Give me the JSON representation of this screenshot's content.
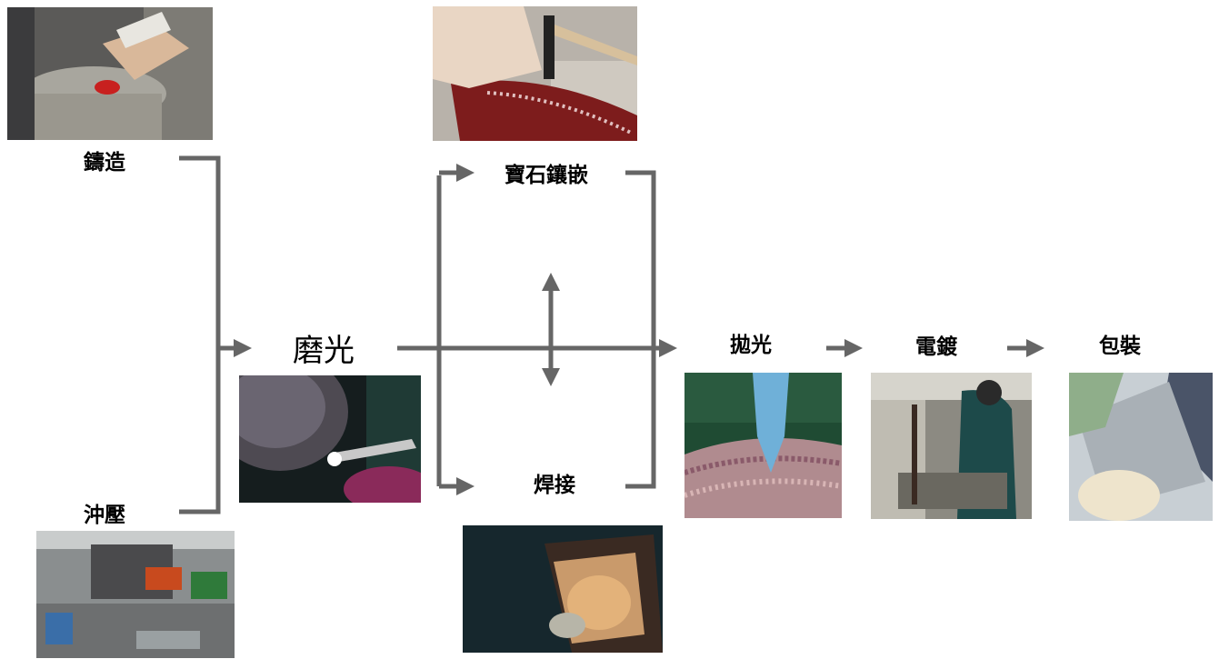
{
  "steps": {
    "casting": "鑄造",
    "stamping": "沖壓",
    "grinding": "磨光",
    "gem_setting": "寶石鑲嵌",
    "welding": "焊接",
    "polishing": "拋光",
    "electroplating": "電鍍",
    "packaging": "包裝"
  },
  "colors": {
    "arrow": "#666666"
  },
  "photos": [
    "casting-photo",
    "stamping-photo",
    "grinding-photo",
    "gem-setting-photo",
    "welding-photo",
    "polishing-photo",
    "electroplating-photo",
    "packaging-photo"
  ]
}
